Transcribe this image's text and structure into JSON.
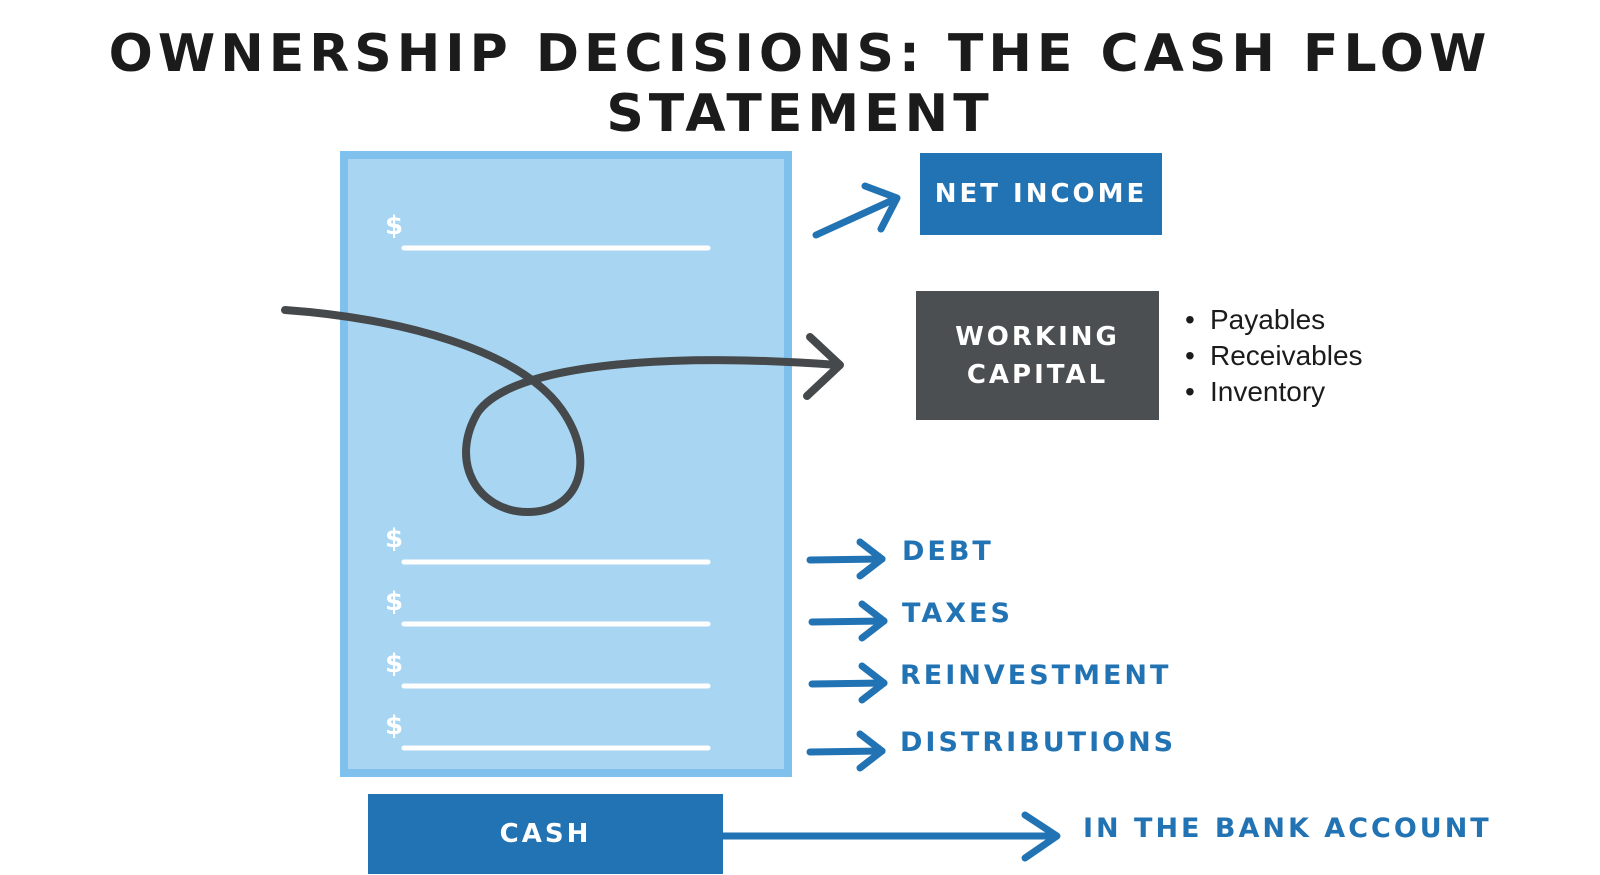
{
  "title": "OWNERSHIP DECISIONS: THE CASH FLOW STATEMENT",
  "statement": {
    "currency_symbol": "$"
  },
  "boxes": {
    "net_income": "NET INCOME",
    "working_capital_line1": "WORKING",
    "working_capital_line2": "CAPITAL",
    "cash": "CASH"
  },
  "working_capital_items": [
    "Payables",
    "Receivables",
    "Inventory"
  ],
  "outflows": [
    "DEBT",
    "TAXES",
    "REINVESTMENT",
    "DISTRIBUTIONS"
  ],
  "destination": "IN THE BANK ACCOUNT",
  "colors": {
    "statement_fill": "#a8d6f2",
    "statement_border": "#7fc0ec",
    "brand_blue": "#2273b3",
    "dark_gray": "#4b4f52",
    "loop_stroke": "#45494c"
  }
}
